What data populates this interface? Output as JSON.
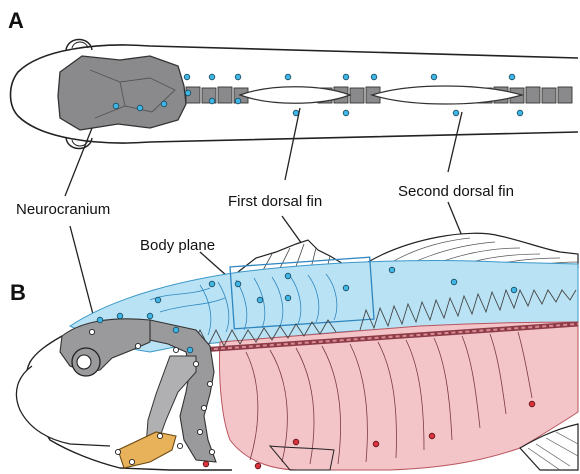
{
  "panels": [
    {
      "letter": "A"
    },
    {
      "letter": "B"
    }
  ],
  "labels": {
    "neurocranium": "Neurocranium",
    "first_dorsal_fin": "First dorsal fin",
    "second_dorsal_fin": "Second dorsal fin",
    "body_plane": "Body plane"
  },
  "colors": {
    "neurocranium": "#8a8a8c",
    "dorsal_region": "#b9e3f5",
    "ventral_region": "#f3c4c8",
    "landmark_blue": "#3fb6e6",
    "landmark_red": "#d8323a",
    "outline": "#222222",
    "jaw_bone": "#e8b25a",
    "head_bones": "#9a9a9c"
  }
}
